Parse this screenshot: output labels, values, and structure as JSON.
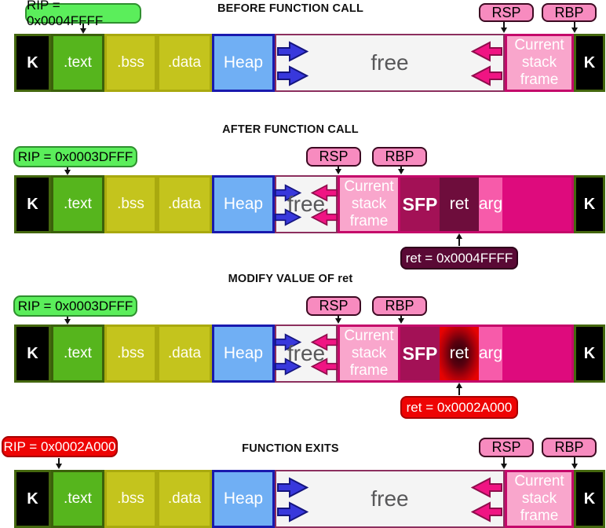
{
  "labels": {
    "k": "K",
    "text_seg": ".text",
    "bss": ".bss",
    "data_seg": ".data",
    "heap": "Heap",
    "free": "free",
    "stack_frame": "Current stack frame",
    "sfp": "SFP",
    "ret": "ret",
    "arg": "arg",
    "rsp": "RSP",
    "rbp": "RBP"
  },
  "panels": [
    {
      "title": "BEFORE FUNCTION CALL",
      "rip": "RIP = 0x0004FFFF"
    },
    {
      "title": "AFTER FUNCTION CALL",
      "rip": "RIP = 0x0003DFFF",
      "ret_value": "ret = 0x0004FFFF"
    },
    {
      "title": "MODIFY VALUE OF ret",
      "rip": "RIP = 0x0003DFFF",
      "ret_value": "ret = 0x0002A000"
    },
    {
      "title": "FUNCTION EXITS",
      "rip": "RIP = 0x0002A000"
    }
  ],
  "colors": {
    "kernel_fill": "#000000",
    "kernel_border": "#44670E",
    "text_fill": "#56B51D",
    "bss_fill": "#C4C41D",
    "heap_fill": "#70AFF4",
    "heap_border": "#1919AE",
    "free_fill": "#F4F4F4",
    "free_border": "#8C2F5E",
    "stack_frame_fill": "#F9A6CC",
    "stack_border": "#C4096A",
    "sfp_fill": "#A31156",
    "ret_fill": "#6E0D3C",
    "ret_hot_fill": "#E60202",
    "arg_fill": "#F75BAA",
    "old_stack_fill": "#DE0B7D",
    "rip_green": "#5BEE5B",
    "rip_red": "#EE0404",
    "ret_label_dark": "#5A0935",
    "ret_label_red": "#EE0404",
    "register_pink": "#F78BBF",
    "arrow_blue": "#3838DC",
    "arrow_magenta": "#F01483"
  }
}
